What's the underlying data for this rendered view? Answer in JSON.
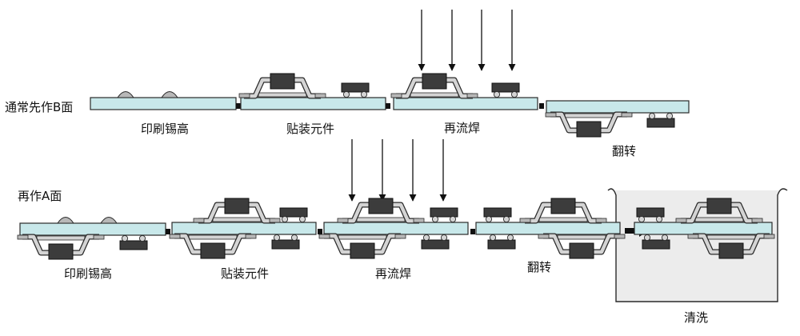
{
  "rows": {
    "top": {
      "label": "通常先作B面"
    },
    "bottom": {
      "label": "再作A面"
    }
  },
  "steps": {
    "print": "印刷锡高",
    "place": "贴装元件",
    "reflow": "再流焊",
    "flip": "翻转",
    "clean": "清洗"
  },
  "colors": {
    "board": "#c8e8ea",
    "outline": "#2a2a2a",
    "ic": "#3c3c3c",
    "lead": "#d4d4d4",
    "paste": "#b8b8b8",
    "connector": "#111111",
    "tank": "#ececec"
  }
}
